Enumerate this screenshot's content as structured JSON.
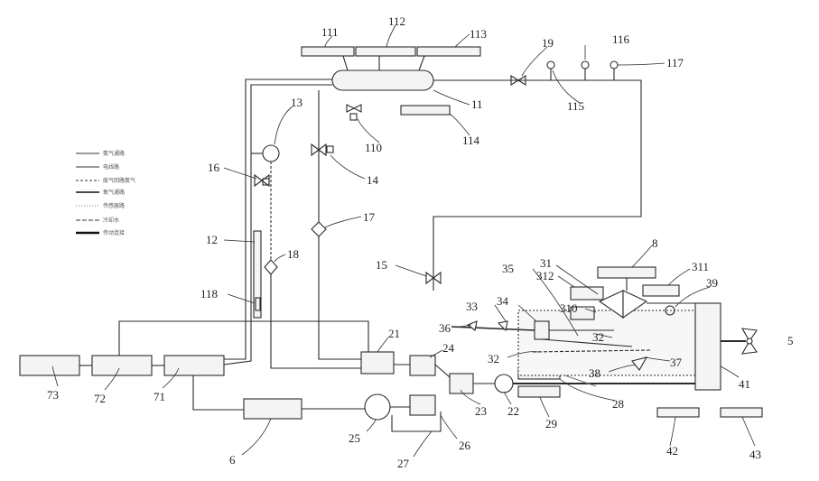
{
  "labels": {
    "l111": "111",
    "l112": "112",
    "l113": "113",
    "l19": "19",
    "l116": "116",
    "l117": "117",
    "l13": "13",
    "l11": "11",
    "l115": "115",
    "l110": "110",
    "l114": "114",
    "l16": "16",
    "l14": "14",
    "l17": "17",
    "l12": "12",
    "l18": "18",
    "l118": "118",
    "l15": "15",
    "l8": "8",
    "l31": "31",
    "l312": "312",
    "l311": "311",
    "l35": "35",
    "l33": "33",
    "l34": "34",
    "l310": "310",
    "l39": "39",
    "l36": "36",
    "l32a": "32",
    "l32b": "32",
    "l37": "37",
    "l38": "38",
    "l5": "5",
    "l21": "21",
    "l24": "24",
    "l73": "73",
    "l72": "72",
    "l71": "71",
    "l23": "23",
    "l22": "22",
    "l28": "28",
    "l41": "41",
    "l29": "29",
    "l25": "25",
    "l6": "6",
    "l26": "26",
    "l27": "27",
    "l42": "42",
    "l43": "43"
  },
  "legend": [
    "氨气通路",
    "电线路",
    "废气回路氨气",
    "氧气通路",
    "传感器路",
    "冷却水",
    "传动连接"
  ],
  "colors": {
    "line": "#2a2a2a",
    "light": "#777777",
    "box_fill": "#f4f4f4"
  }
}
